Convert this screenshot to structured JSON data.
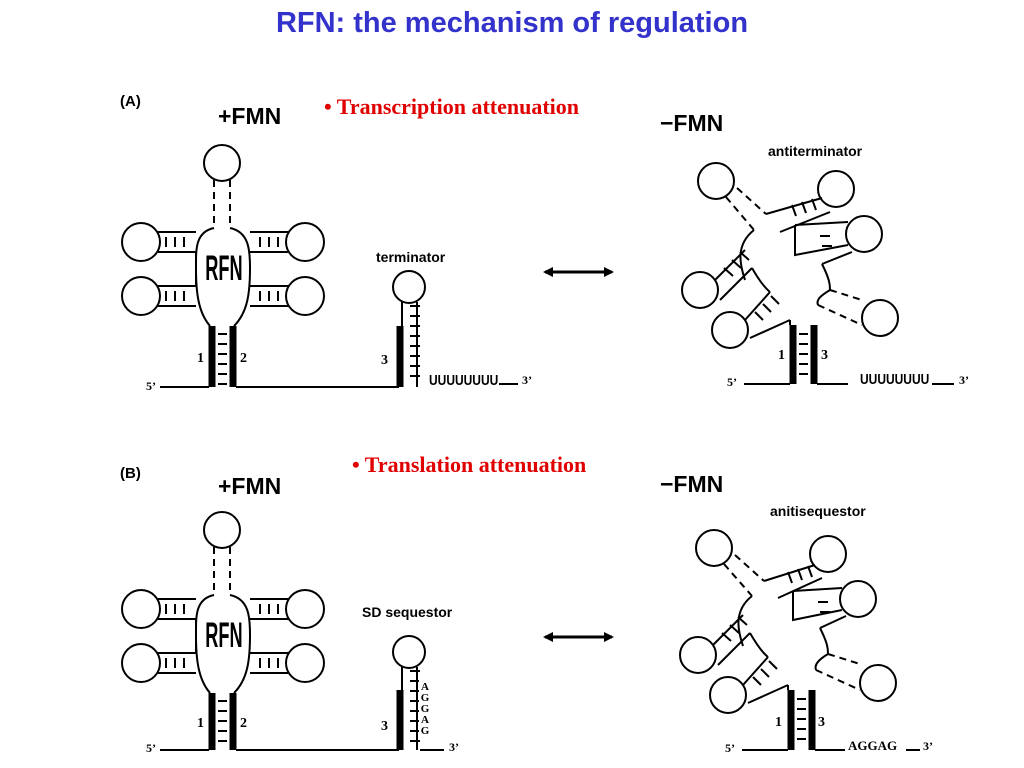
{
  "title": "RFN: the mechanism of regulation",
  "panel_a": {
    "letter": "(A)",
    "bullet": "• Transcription attenuation",
    "left_state": "+FMN",
    "right_state": "−FMN",
    "aptamer_label": "RFN",
    "left_structure": "terminator",
    "right_structure": "antiterminator",
    "tail": "UUUUUUUU",
    "five_prime": "5’",
    "three_prime": "3’",
    "seg1": "1",
    "seg2": "2",
    "seg3": "3"
  },
  "panel_b": {
    "letter": "(B)",
    "bullet": "• Translation attenuation",
    "left_state": "+FMN",
    "right_state": "−FMN",
    "aptamer_label": "RFN",
    "left_structure": "SD sequestor",
    "right_structure": "anitisequestor",
    "sd_letters": [
      "A",
      "G",
      "G",
      "A",
      "G"
    ],
    "free_sd": "AGGAG",
    "five_prime": "5’",
    "three_prime": "3’",
    "seg1": "1",
    "seg2": "2",
    "seg3": "3"
  }
}
